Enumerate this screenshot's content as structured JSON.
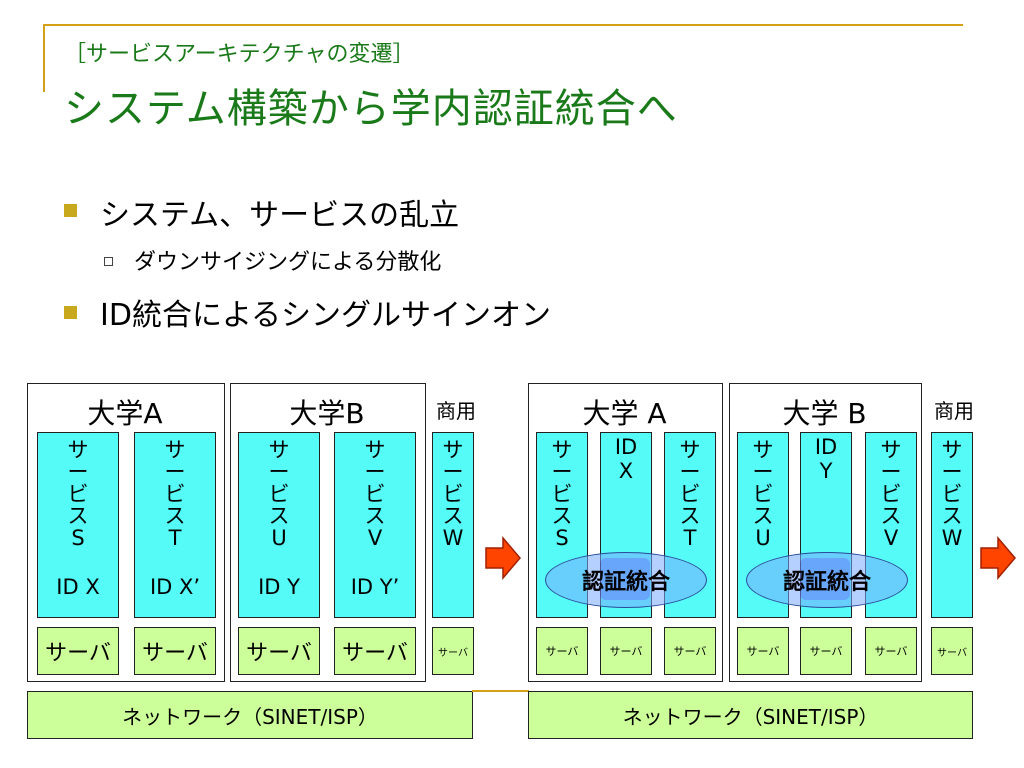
{
  "header": {
    "subtitle": "［サービスアーキテクチャの変遷］",
    "title": "システム構築から学内認証統合へ"
  },
  "bullets": {
    "b1": "システム、サービスの乱立",
    "b1_sub": "ダウンサイジングによる分散化",
    "b2": "ID統合によるシングルサインオン"
  },
  "left_diagram": {
    "uni_a": "大学A",
    "uni_b": "大学B",
    "commercial": "商用",
    "svc_s": "サービスS",
    "svc_t": "サービスT",
    "svc_u": "サービスU",
    "svc_v": "サービスV",
    "svc_w": "サービスW",
    "id_x": "ID X",
    "id_x2": "ID X’",
    "id_y": "ID Y",
    "id_y2": "ID Y’",
    "server": "サーバ",
    "network": "ネットワーク（SINET/ISP）"
  },
  "right_diagram": {
    "uni_a": "大学 A",
    "uni_b": "大学 B",
    "commercial": "商用",
    "svc_s": "サービスS",
    "svc_t": "サービスT",
    "svc_u": "サービスU",
    "svc_v": "サービスV",
    "svc_w": "サービスW",
    "idx_top": "ID",
    "idx_bottom": "X",
    "idy_top": "ID",
    "idy_bottom": "Y",
    "auth": "認証統合",
    "server": "サーバ",
    "network": "ネットワーク（SINET/ISP）"
  },
  "colors": {
    "title": "#1a7a1a",
    "service": "#54fbf7",
    "server": "#ccff99",
    "arrow": "#ff4400",
    "auth_ellipse": "#78aaff"
  }
}
